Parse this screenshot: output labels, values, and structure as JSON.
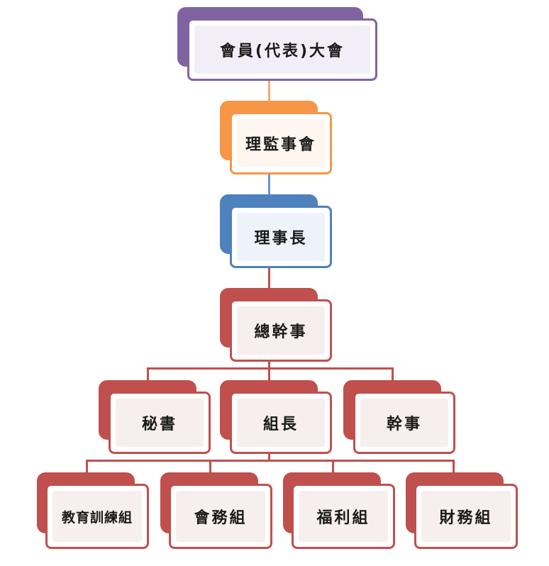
{
  "colors": {
    "purple": "#8064a2",
    "orange": "#f79646",
    "blue": "#4f81bd",
    "red": "#c0504d"
  },
  "nodes": [
    {
      "id": "assembly",
      "label": "會員(代表)大會",
      "color": "#8064a2",
      "inner": "#f2eef7"
    },
    {
      "id": "supervisors",
      "label": "理監事會",
      "color": "#f79646",
      "inner": "#fff6ef"
    },
    {
      "id": "chairman",
      "label": "理事長",
      "color": "#4f81bd",
      "inner": "#eef3fa"
    },
    {
      "id": "secretary-general",
      "label": "總幹事",
      "color": "#c0504d",
      "inner": "#f7eeee"
    },
    {
      "id": "secretary",
      "label": "秘書",
      "color": "#c0504d",
      "inner": "#f7eeee"
    },
    {
      "id": "team-leader",
      "label": "組長",
      "color": "#c0504d",
      "inner": "#f7eeee"
    },
    {
      "id": "officer",
      "label": "幹事",
      "color": "#c0504d",
      "inner": "#f7eeee"
    },
    {
      "id": "training-team",
      "label": "教育訓練組",
      "color": "#c0504d",
      "inner": "#f7eeee"
    },
    {
      "id": "affairs-team",
      "label": "會務組",
      "color": "#c0504d",
      "inner": "#f7eeee"
    },
    {
      "id": "welfare-team",
      "label": "福利組",
      "color": "#c0504d",
      "inner": "#f7eeee"
    },
    {
      "id": "finance-team",
      "label": "財務組",
      "color": "#c0504d",
      "inner": "#f7eeee"
    }
  ]
}
